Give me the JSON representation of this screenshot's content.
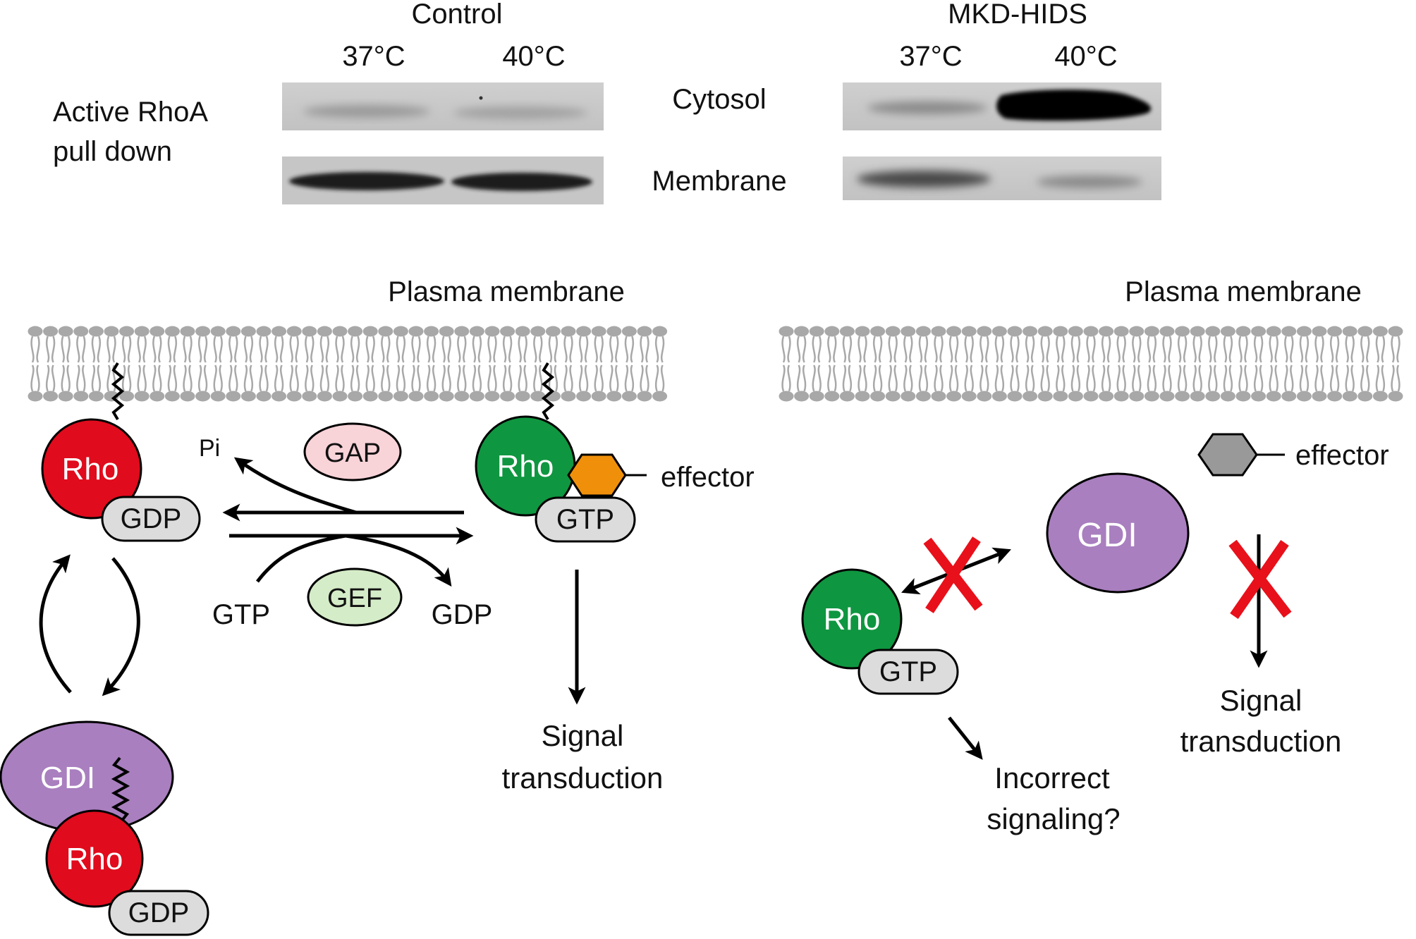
{
  "blot": {
    "row_label_line1": "Active RhoA",
    "row_label_line2": "pull down",
    "control": {
      "title": "Control",
      "lane1": "37°C",
      "lane2": "40°C"
    },
    "mkd": {
      "title": "MKD-HIDS",
      "lane1": "37°C",
      "lane2": "40°C"
    },
    "cytosol_label": "Cytosol",
    "membrane_label": "Membrane"
  },
  "left_panel": {
    "membrane_label": "Plasma membrane",
    "rho": "Rho",
    "gdp": "GDP",
    "gtp": "GTP",
    "pi": "Pi",
    "gap": "GAP",
    "gef": "GEF",
    "gtp_in": "GTP",
    "gdp_out": "GDP",
    "effector": "effector",
    "gdi": "GDI",
    "signal_line1": "Signal",
    "signal_line2": "transduction"
  },
  "right_panel": {
    "membrane_label": "Plasma membrane",
    "effector": "effector",
    "gdi": "GDI",
    "rho": "Rho",
    "gtp": "GTP",
    "signal_line1": "Signal",
    "signal_line2": "transduction",
    "incorrect_line1": "Incorrect",
    "incorrect_line2": "signaling?"
  },
  "colors": {
    "rho_inactive": "#e00b1c",
    "rho_active": "#0f9640",
    "gdi": "#a97fbf",
    "effector": "#f0900a",
    "gap": "#f8d3d8",
    "gef": "#d5ecc8",
    "nucleotide": "#dcdcdc",
    "lipid": "#a8a8a8",
    "block_x": "#e8101a"
  }
}
